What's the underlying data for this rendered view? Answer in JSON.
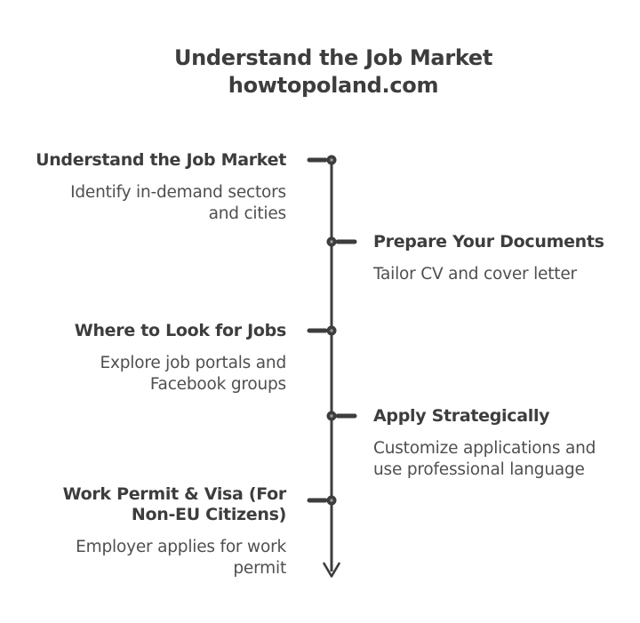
{
  "colors": {
    "background": "#ffffff",
    "heading": "#3d3d3d",
    "description": "#4f4f4f",
    "line": "#3d3d3d",
    "node_center": "#9a9a9a"
  },
  "title": {
    "line1": "Understand the Job Market",
    "line2": "howtopoland.com"
  },
  "timeline": {
    "direction": "down",
    "entries": [
      {
        "side": "left",
        "title_lines": [
          "Understand the Job Market"
        ],
        "description_lines": [
          "Identify in-demand sectors",
          "and cities"
        ]
      },
      {
        "side": "right",
        "title_lines": [
          "Prepare Your Documents"
        ],
        "description_lines": [
          "Tailor CV and cover letter"
        ]
      },
      {
        "side": "left",
        "title_lines": [
          "Where to Look for Jobs"
        ],
        "description_lines": [
          "Explore job portals and",
          "Facebook groups"
        ]
      },
      {
        "side": "right",
        "title_lines": [
          "Apply Strategically"
        ],
        "description_lines": [
          "Customize applications and",
          "use professional language"
        ]
      },
      {
        "side": "left",
        "title_lines": [
          "Work Permit & Visa (For",
          "Non-EU Citizens)"
        ],
        "description_lines": [
          "Employer applies for work",
          "permit"
        ]
      }
    ]
  }
}
